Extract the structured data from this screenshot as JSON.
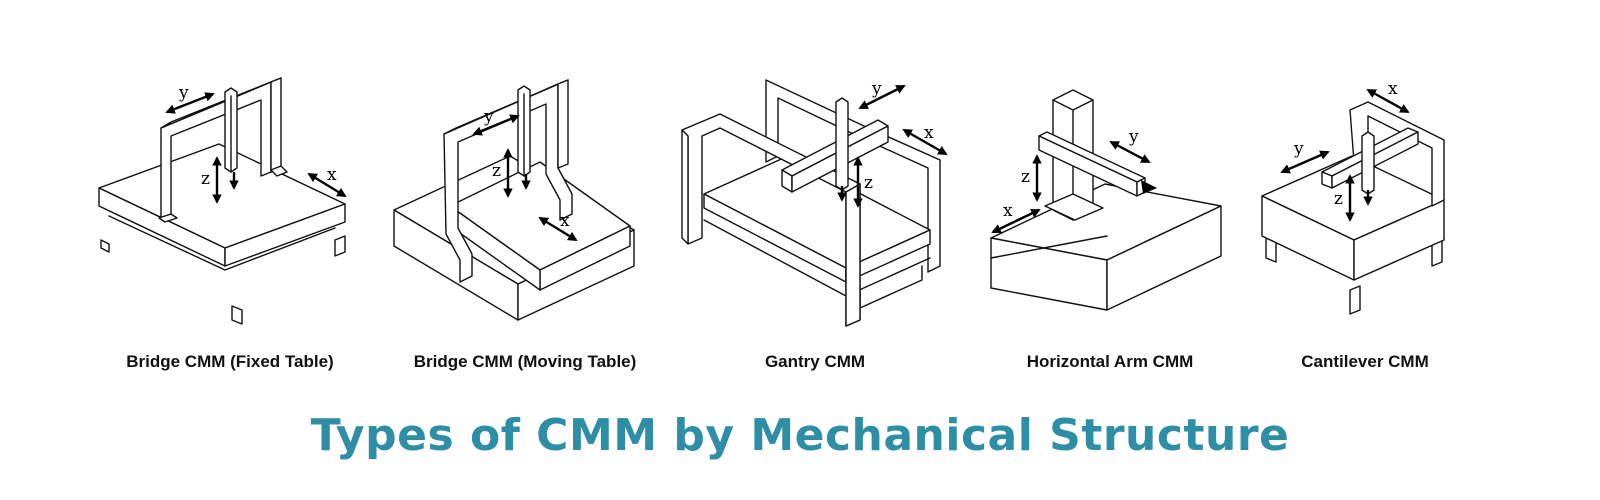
{
  "title": "Types of CMM by Mechanical Structure",
  "colors": {
    "title": "#2e8ea6",
    "line": "#111111",
    "background": "#ffffff"
  },
  "machines": [
    {
      "caption": "Bridge CMM (Fixed Table)",
      "axes": [
        "x",
        "y",
        "z"
      ]
    },
    {
      "caption": "Bridge CMM (Moving Table)",
      "axes": [
        "x",
        "y",
        "z"
      ]
    },
    {
      "caption": "Gantry CMM",
      "axes": [
        "x",
        "y",
        "z"
      ]
    },
    {
      "caption": "Horizontal Arm CMM",
      "axes": [
        "x",
        "y",
        "z"
      ]
    },
    {
      "caption": "Cantilever CMM",
      "axes": [
        "x",
        "y",
        "z"
      ]
    }
  ]
}
